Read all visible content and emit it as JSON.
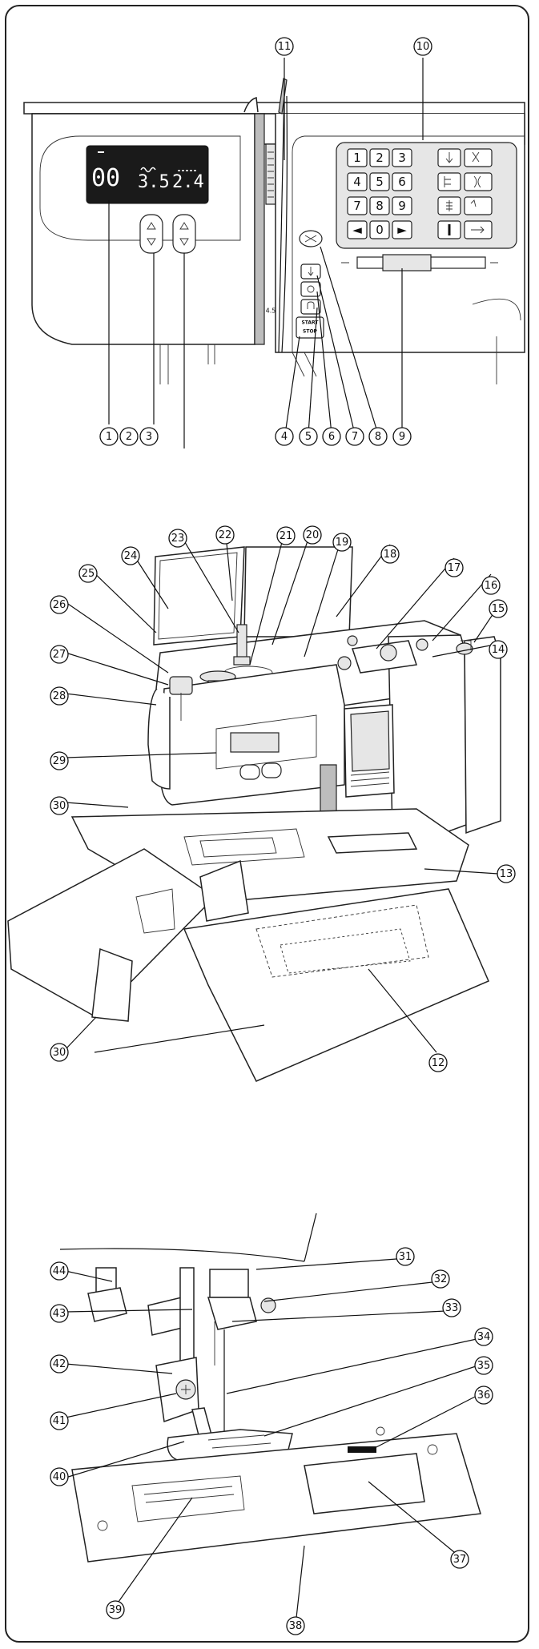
{
  "lcd": {
    "pattern": "00",
    "width": "3.5",
    "length": "2.4"
  },
  "scale_mark": "4.5",
  "keypad": [
    "1",
    "2",
    "3",
    "4",
    "5",
    "6",
    "7",
    "8",
    "9",
    "◄",
    "0",
    "►"
  ],
  "start_stop_top": "START",
  "start_stop_bottom": "STOP",
  "labels": [
    "1",
    "2",
    "3",
    "4",
    "5",
    "6",
    "7",
    "8",
    "9",
    "10",
    "11",
    "12",
    "13",
    "14",
    "15",
    "16",
    "17",
    "18",
    "19",
    "20",
    "21",
    "22",
    "23",
    "24",
    "25",
    "26",
    "27",
    "28",
    "29",
    "30",
    "30",
    "31",
    "32",
    "33",
    "34",
    "35",
    "36",
    "37",
    "38",
    "39",
    "40",
    "41",
    "42",
    "43",
    "44"
  ]
}
